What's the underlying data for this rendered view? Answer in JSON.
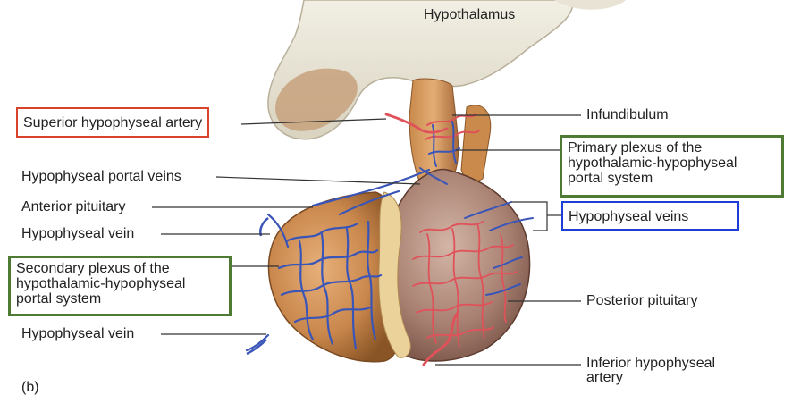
{
  "labels": {
    "hypothalamus": "Hypothalamus",
    "superior_artery": "Superior hypophyseal artery",
    "infundibulum": "Infundibulum",
    "primary_plexus": [
      "Primary plexus of the",
      "hypothalamic-hypophyseal",
      "portal system"
    ],
    "portal_veins": "Hypophyseal portal veins",
    "anterior_pituitary": "Anterior pituitary",
    "hypophyseal_veins": "Hypophyseal veins",
    "hypophyseal_vein_upper": "Hypophyseal vein",
    "secondary_plexus": [
      "Secondary plexus of the",
      "hypothalamic-hypophyseal",
      "portal system"
    ],
    "posterior_pituitary": "Posterior pituitary",
    "hypophyseal_vein_lower": "Hypophyseal vein",
    "inferior_artery": [
      "Inferior hypophyseal",
      "artery"
    ],
    "panel_letter": "(b)"
  },
  "colors": {
    "red_box": "#d9432c",
    "green_box": "#4f7a33",
    "blue_box": "#1e3fd6",
    "artery": "#e0525a",
    "vein": "#3a55b8"
  }
}
